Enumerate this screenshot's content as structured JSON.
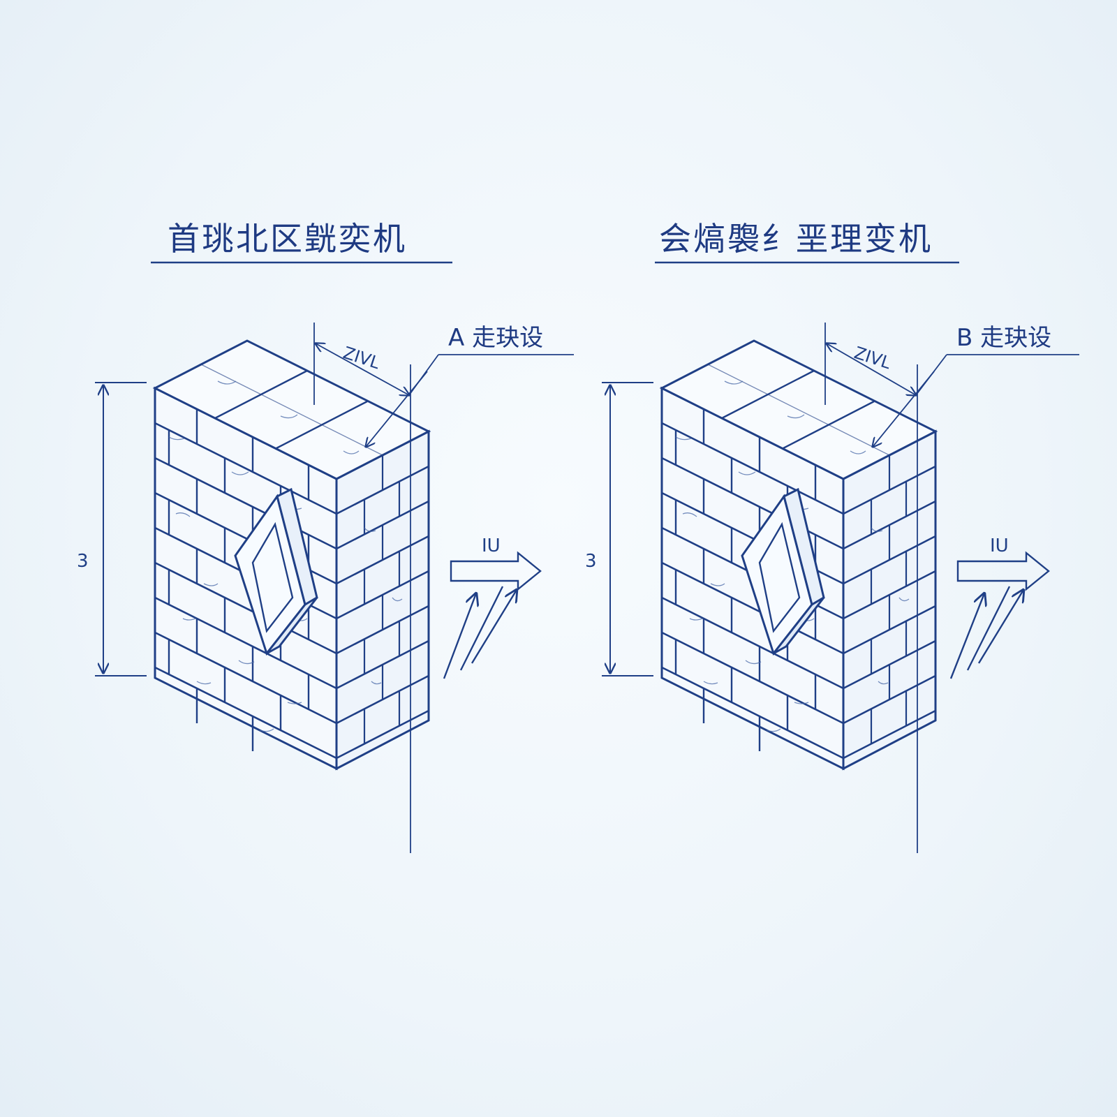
{
  "panels": [
    {
      "title": "首珧北区皝奕机",
      "tag": "A 走玦设",
      "dim_top": "ZIVL",
      "dim_height": "3",
      "arrow_label": "IU"
    },
    {
      "title": "会熇褜纟垩理变机",
      "tag": "B 走玦设",
      "dim_top": "ZIVL",
      "dim_height": "3",
      "arrow_label": "IU"
    }
  ],
  "colors": {
    "ink": "#1f3f86",
    "paper": "#f3f8fc"
  }
}
